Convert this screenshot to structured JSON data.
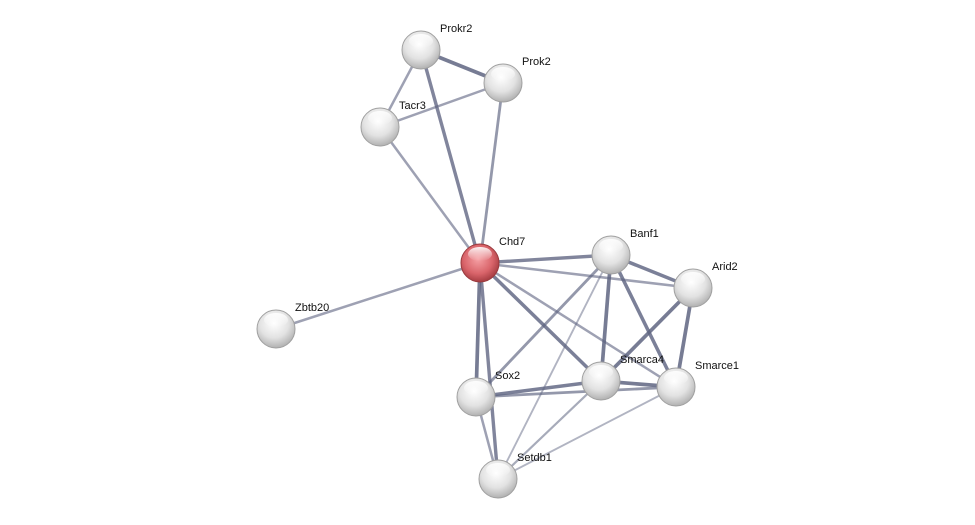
{
  "network": {
    "nodes": [
      {
        "id": "Prokr2",
        "label": "Prokr2",
        "query": false
      },
      {
        "id": "Prok2",
        "label": "Prok2",
        "query": false
      },
      {
        "id": "Tacr3",
        "label": "Tacr3",
        "query": false
      },
      {
        "id": "Chd7",
        "label": "Chd7",
        "query": true
      },
      {
        "id": "Banf1",
        "label": "Banf1",
        "query": false
      },
      {
        "id": "Arid2",
        "label": "Arid2",
        "query": false
      },
      {
        "id": "Zbtb20",
        "label": "Zbtb20",
        "query": false
      },
      {
        "id": "Smarca4",
        "label": "Smarca4",
        "query": false
      },
      {
        "id": "Smarce1",
        "label": "Smarce1",
        "query": false
      },
      {
        "id": "Sox2",
        "label": "Sox2",
        "query": false
      },
      {
        "id": "Setdb1",
        "label": "Setdb1",
        "query": false
      }
    ],
    "edges": [
      {
        "source": "Prokr2",
        "target": "Prok2",
        "confidence": 0.9
      },
      {
        "source": "Prokr2",
        "target": "Tacr3",
        "confidence": 0.5
      },
      {
        "source": "Tacr3",
        "target": "Prok2",
        "confidence": 0.5
      },
      {
        "source": "Prokr2",
        "target": "Chd7",
        "confidence": 0.8
      },
      {
        "source": "Prok2",
        "target": "Chd7",
        "confidence": 0.6
      },
      {
        "source": "Tacr3",
        "target": "Chd7",
        "confidence": 0.5
      },
      {
        "source": "Chd7",
        "target": "Zbtb20",
        "confidence": 0.5
      },
      {
        "source": "Chd7",
        "target": "Banf1",
        "confidence": 0.8
      },
      {
        "source": "Chd7",
        "target": "Arid2",
        "confidence": 0.5
      },
      {
        "source": "Chd7",
        "target": "Smarca4",
        "confidence": 0.85
      },
      {
        "source": "Chd7",
        "target": "Smarce1",
        "confidence": 0.5
      },
      {
        "source": "Chd7",
        "target": "Sox2",
        "confidence": 0.9
      },
      {
        "source": "Chd7",
        "target": "Setdb1",
        "confidence": 0.8
      },
      {
        "source": "Banf1",
        "target": "Arid2",
        "confidence": 0.85
      },
      {
        "source": "Banf1",
        "target": "Smarca4",
        "confidence": 0.9
      },
      {
        "source": "Banf1",
        "target": "Smarce1",
        "confidence": 0.85
      },
      {
        "source": "Banf1",
        "target": "Sox2",
        "confidence": 0.6
      },
      {
        "source": "Banf1",
        "target": "Setdb1",
        "confidence": 0.3
      },
      {
        "source": "Arid2",
        "target": "Smarca4",
        "confidence": 0.9
      },
      {
        "source": "Arid2",
        "target": "Smarce1",
        "confidence": 0.9
      },
      {
        "source": "Smarca4",
        "target": "Smarce1",
        "confidence": 0.9
      },
      {
        "source": "Smarca4",
        "target": "Sox2",
        "confidence": 0.85
      },
      {
        "source": "Smarce1",
        "target": "Sox2",
        "confidence": 0.6
      },
      {
        "source": "Smarca4",
        "target": "Setdb1",
        "confidence": 0.4
      },
      {
        "source": "Smarce1",
        "target": "Setdb1",
        "confidence": 0.3
      },
      {
        "source": "Sox2",
        "target": "Setdb1",
        "confidence": 0.5
      }
    ],
    "colors": {
      "edge": "#5d6380",
      "query_node": "#d9646a",
      "node": "#dcdcdc"
    }
  }
}
